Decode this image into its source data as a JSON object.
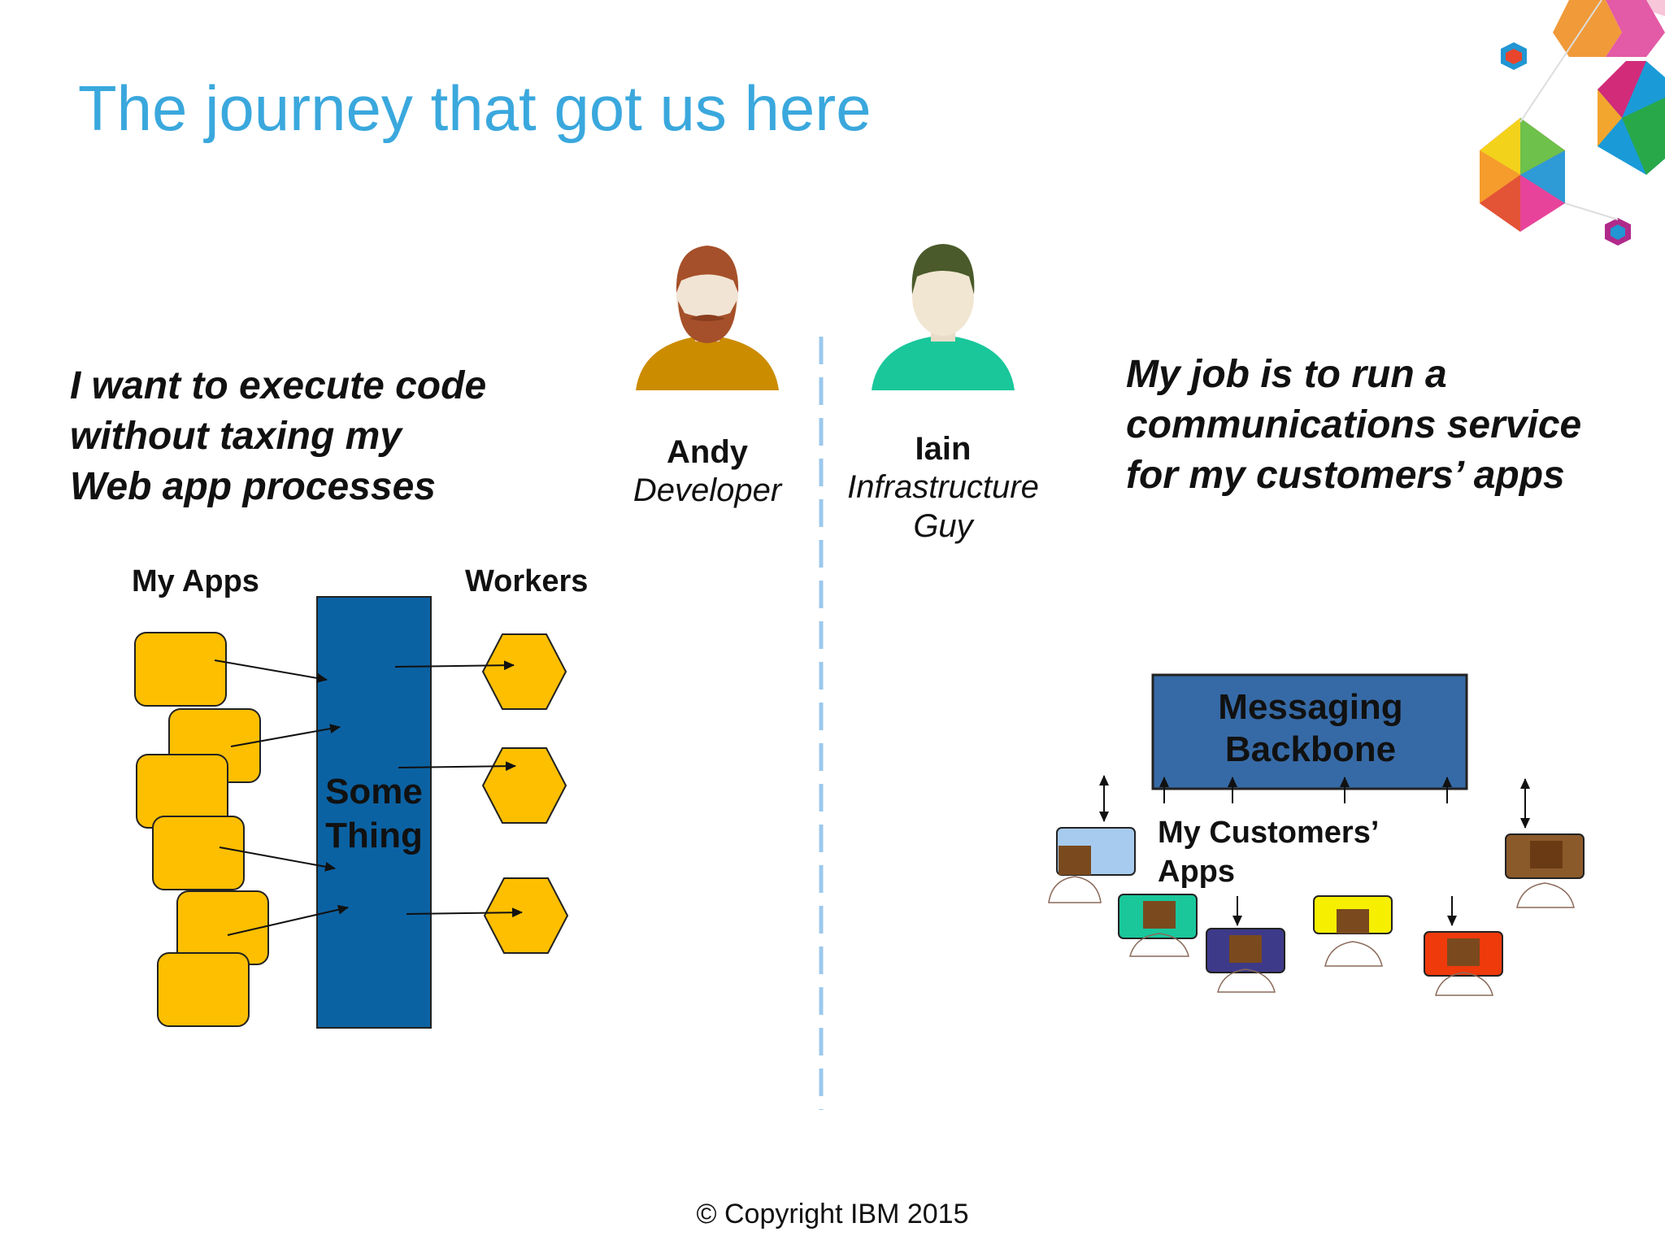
{
  "slide": {
    "title": "The journey that got us here",
    "copyright": "© Copyright IBM 2015"
  },
  "left": {
    "quote_lines": [
      "I want to execute code",
      "without taxing my",
      "Web app processes"
    ],
    "persona": {
      "name": "Andy",
      "role": "Developer"
    },
    "diagram": {
      "apps_label": "My Apps",
      "workers_label": "Workers",
      "center_label_lines": [
        "Some",
        "Thing"
      ]
    }
  },
  "right": {
    "quote_lines": [
      "My job is to run a",
      "communications service",
      "for my customers’ apps"
    ],
    "persona": {
      "name": "Iain",
      "role_lines": [
        "Infrastructure",
        "Guy"
      ]
    },
    "diagram": {
      "backbone_label_lines": [
        "Messaging",
        "Backbone"
      ],
      "customers_label_lines": [
        "My Customers’",
        "Apps"
      ]
    }
  },
  "colors": {
    "title": "#3aa8dd",
    "app_box": "#fdbf00",
    "some_thing": "#0b62a3",
    "backbone": "#366aa6",
    "divider": "#9cc8ec",
    "andy_shirt": "#cc8c00",
    "iain_shirt": "#19c79b"
  },
  "icons": [
    "developer-avatar-icon",
    "infrastructure-avatar-icon",
    "decorative-hexagon-logo-icon"
  ]
}
